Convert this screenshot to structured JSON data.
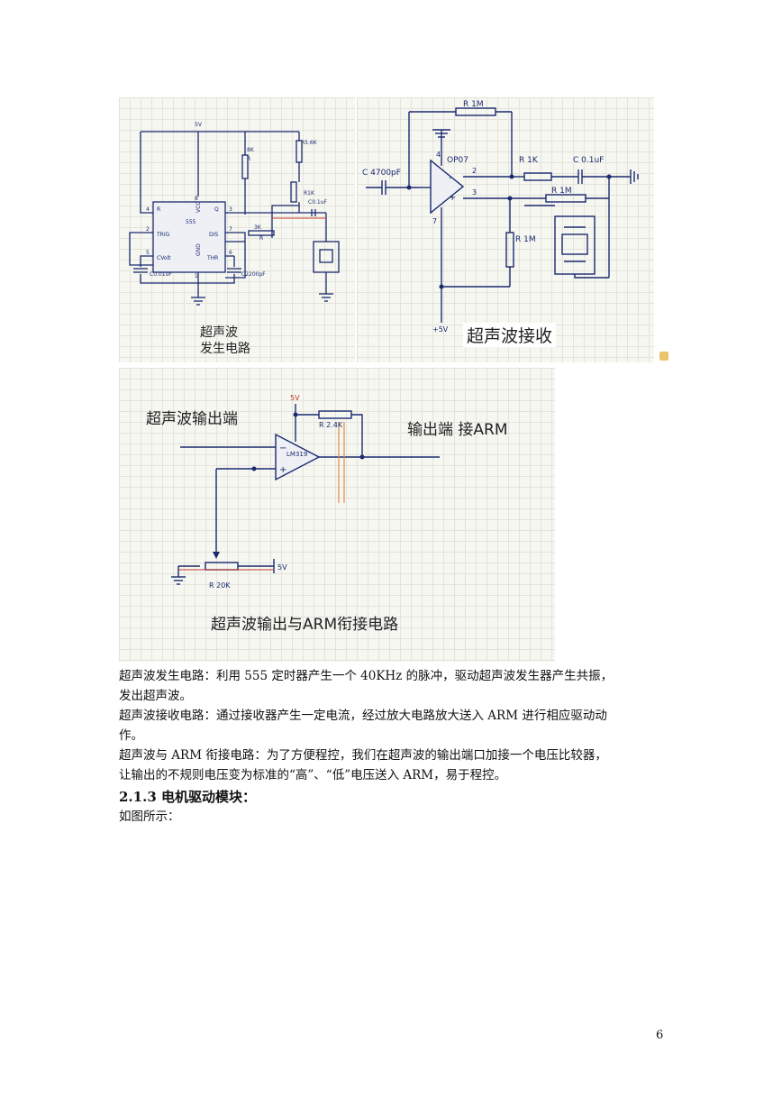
{
  "figures": {
    "generator": {
      "caption_line1": "超声波",
      "caption_line2": "发生电路",
      "labels": {
        "v5": "5V",
        "r8k_a": "8K",
        "r8k_b": "R",
        "r56k": "R5.6K",
        "r1k": "R1K",
        "c01": "C0.1uF",
        "r3k": "3K",
        "r3k_b": "R",
        "chip": "555",
        "vcc": "VCC",
        "gnd": "GND",
        "pin_r": "R",
        "pin_q": "Q",
        "pin_trig": "TRIG",
        "pin_dis": "DIS",
        "pin_cvolt": "CVolt",
        "pin_thr": "THR",
        "n4": "4",
        "n8": "8",
        "n3": "3",
        "n2": "2",
        "n7": "7",
        "n5": "5",
        "n1": "1",
        "n6": "6",
        "c001": "C0.01uF",
        "c2200": "C2200pF"
      }
    },
    "receiver": {
      "caption": "超声波接收",
      "labels": {
        "r1m_top": "R 1M",
        "c4700": "C 4700pF",
        "op07": "OP07",
        "r1k": "R 1K",
        "c01": "C 0.1uF",
        "r1m_mid": "R 1M",
        "r1m_bot": "R 1M",
        "n4": "4",
        "n2": "2",
        "n3": "3",
        "n7": "7",
        "minus": "-",
        "plus": "+",
        "v5": "+5V"
      }
    },
    "comparator": {
      "title_left": "超声波输出端",
      "title_right": "输出端 接ARM",
      "caption": "超声波输出与ARM衔接电路",
      "labels": {
        "v5_top": "5V",
        "r24k": "R 2.4K",
        "chip": "LM319",
        "minus": "−",
        "plus": "+",
        "v5_right": "5V",
        "r20k": "R  20K"
      }
    }
  },
  "paragraphs": {
    "p1_line1": "超声波发生电路：利用 555 定时器产生一个 40KHz 的脉冲，驱动超声波发生器产生共振，",
    "p1_line2": "发出超声波。",
    "p2_line1": "超声波接收电路：通过接收器产生一定电流，经过放大电路放大送入 ARM 进行相应驱动动",
    "p2_line2": "作。",
    "p3_line1": "超声波与 ARM 衔接电路：为了方便程控，我们在超声波的输出端口加接一个电压比较器，",
    "p3_line2": "让输出的不规则电压变为标准的“高”、“低”电压送入 ARM，易于程控。"
  },
  "heading": "2.1.3 电机驱动模块：",
  "after_heading": "如图所示：",
  "page_number": "6"
}
